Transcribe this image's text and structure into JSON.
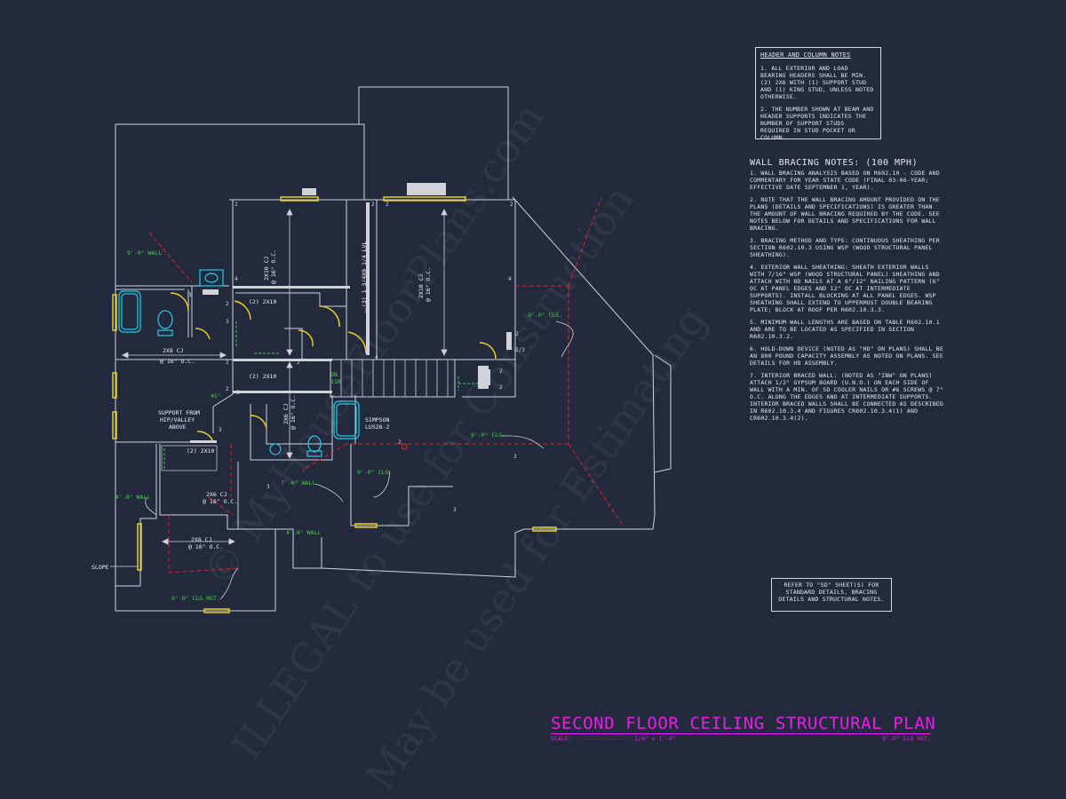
{
  "header_notes": {
    "title": "HEADER AND COLUMN NOTES",
    "items": [
      "1. ALL EXTERIOR AND LOAD BEARING HEADERS SHALL BE MIN. (2) 2x6 WITH (1) SUPPORT STUD AND (1) KING STUD, UNLESS NOTED OTHERWISE.",
      "2. THE NUMBER SHOWN AT BEAM AND HEADER SUPPORTS INDICATES THE NUMBER OF SUPPORT STUDS REQUIRED IN STUD POCKET OR COLUMN."
    ]
  },
  "wall_bracing": {
    "title": "WALL BRACING NOTES: (100 MPH)",
    "items": [
      "1. WALL BRACING ANALYSIS BASED ON R602.10 - CODE AND COMMENTARY FOR YEAR STATE CODE (FINAL 03-06-YEAR; EFFECTIVE DATE SEPTEMBER 1, YEAR).",
      "2. NOTE THAT THE WALL BRACING AMOUNT PROVIDED ON THE PLANS (DETAILS AND SPECIFICATIONS) IS GREATER THAN THE AMOUNT OF WALL BRACING REQUIRED BY THE CODE. SEE NOTES BELOW FOR DETAILS AND SPECIFICATIONS FOR WALL BRACING.",
      "3. BRACING METHOD AND TYPE: CONTINUOUS SHEATHING PER SECTION R602.10.3 USING WSP (WOOD STRUCTURAL PANEL SHEATHING).",
      "4. EXTERIOR WALL SHEATHING: SHEATH EXTERIOR WALLS WITH 7/16\" WSP (WOOD STRUCTURAL PANEL) SHEATHING AND ATTACH WITH 8d NAILS AT A 6\"/12\" NAILING PATTERN (6\" OC AT PANEL EDGES AND 12\" OC AT INTERMEDIATE SUPPORTS). INSTALL BLOCKING AT ALL PANEL EDGES. WSP SHEATHING SHALL EXTEND TO UPPERMOST DOUBLE BEARING PLATE; BLOCK AT ROOF PER R602.10.3.3.",
      "5. MINIMUM WALL LENGTHS ARE BASED ON TABLE R602.10.1 AND ARE TO BE LOCATED AS SPECIFIED IN SECTION R602.10.3.2.",
      "6. HOLD-DOWN DEVICE (NOTED AS \"HD\" ON PLANS) SHALL BE AN 800 POUND CAPACITY ASSEMBLY AS NOTED ON PLANS. SEE DETAILS FOR HD ASSEMBLY.",
      "7. INTERIOR BRACED WALL: (NOTED AS \"IBW\" ON PLANS) ATTACH 1/2\" GYPSUM BOARD (U.N.O.) ON EACH SIDE OF WALL WITH A MIN. OF 5d COOLER NAILS OR #6 SCREWS @ 7\" O.C. ALONG THE EDGES AND AT INTERMEDIATE SUPPORTS. INTERIOR BRACED WALLS SHALL BE CONNECTED AS DESCRIBED IN R602.10.3.4 AND FIGURES CR602.10.3.4(1) AND CR602.10.3.4(2)."
    ]
  },
  "reference_note": "REFER TO \"SD\" SHEET(S) FOR STANDARD DETAILS, BRACING DETAILS AND STRUCTURAL NOTES.",
  "title_block": {
    "title": "SECOND FLOOR CEILING STRUCTURAL PLAN",
    "scale_label": "SCALE:",
    "scale_value": "1/4\" = 1'-0\"",
    "ceiling_height": "9'-0\" CLG HGT."
  },
  "plan_labels": {
    "wall_9": "9'-0\" WALL",
    "clg_9_right": "9'-0\" CLG.",
    "clg_9_center": "9'-0\" CLG.",
    "clg_9_bath": "9'-0\" CLG.",
    "clg_9_hgt": "9'-0\" CLG.HGT.",
    "wall_7_6": "7'-6\" WALL",
    "wall_4_8_left": "4'-8\" WALL",
    "wall_4_8_mid": "4'-8\" WALL",
    "joist_2x8_left": "2x8 CJ",
    "joist_2x8_left_oc": "@ 16\" O.C.",
    "joist_2x8_low": "2x8 CJ",
    "joist_2x8_low_oc": "@ 16\" O.C.",
    "joist_2x6_low": "2x6 CJ",
    "joist_2x6_low_oc": "@ 16\" O.C.",
    "joist_2x10_a": "2x10 CJ",
    "joist_2x10_a_oc": "@ 16\" O.C.",
    "joist_2x10_b": "2x10 CJ",
    "joist_2x10_b_oc": "@ 16\" O.C.",
    "joist_2x6_bath": "2x6 CJ",
    "joist_2x6_bath_oc": "@ 16\" O.C.",
    "lvl": "(3) 1 3/4x9 1/4 LVL",
    "header_a": "(2) 2x10",
    "header_b": "(2) 2x10",
    "header_c": "(2) 2x10",
    "support_1": "SUPPORT FROM",
    "support_2": "HIP/VALLEY",
    "support_3": "ABOVE",
    "simpson_1": "SIMPSON",
    "simpson_2": "LUS28-2",
    "angle": "45°",
    "dn": "DN",
    "dn_2": "11R",
    "slope": "SLOPE"
  },
  "watermark": {
    "line1": "© MyHouseFloorPlans.com",
    "line2": "ILLEGAL to use for Construction",
    "line3": "May be used for Estimating"
  },
  "colors": {
    "background": "#242a3e",
    "lines": "#d0d2da",
    "accent_title": "#e81ee8",
    "dimension_green": "#3ed23e",
    "hip_red": "#e02424",
    "fixture_cyan": "#22c8e8",
    "window_yellow": "#e8d020"
  }
}
